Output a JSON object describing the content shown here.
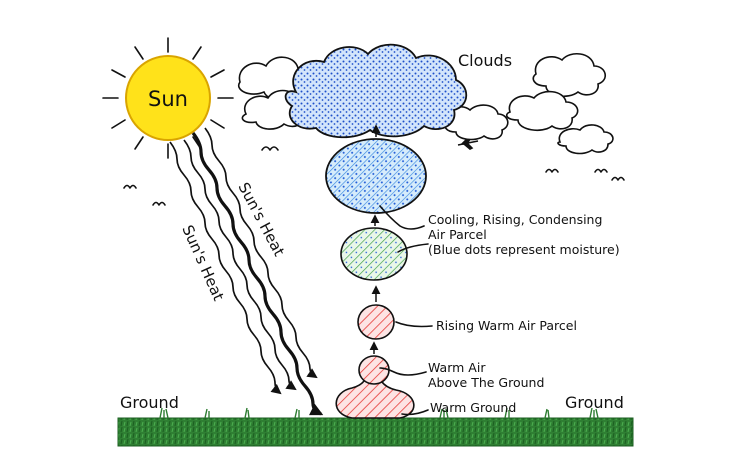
{
  "labels": {
    "sun": "Sun",
    "clouds": "Clouds",
    "suns_heat_1": "Sun's Heat",
    "suns_heat_2": "Sun's Heat",
    "cooling_line1": "Cooling, Rising, Condensing",
    "cooling_line2": "Air Parcel",
    "cooling_line3": "(Blue dots represent moisture)",
    "rising_warm": "Rising Warm Air Parcel",
    "warm_air_line1": "Warm Air",
    "warm_air_line2": "Above The Ground",
    "warm_ground": "Warm Ground",
    "ground_left": "Ground",
    "ground_right": "Ground"
  },
  "colors": {
    "sun_fill": "#ffe21a",
    "sun_stroke": "#d9a400",
    "ground": "#2e7d32",
    "ground_dark": "#1b5e20",
    "warm_hatch": "#e53935",
    "warm_fill": "#fde4e4",
    "cool_hatch": "#43a047",
    "cool_fill": "#e7f6e7",
    "moisture": "#1e5bd8",
    "cloud_fill": "#cfe3fb"
  }
}
